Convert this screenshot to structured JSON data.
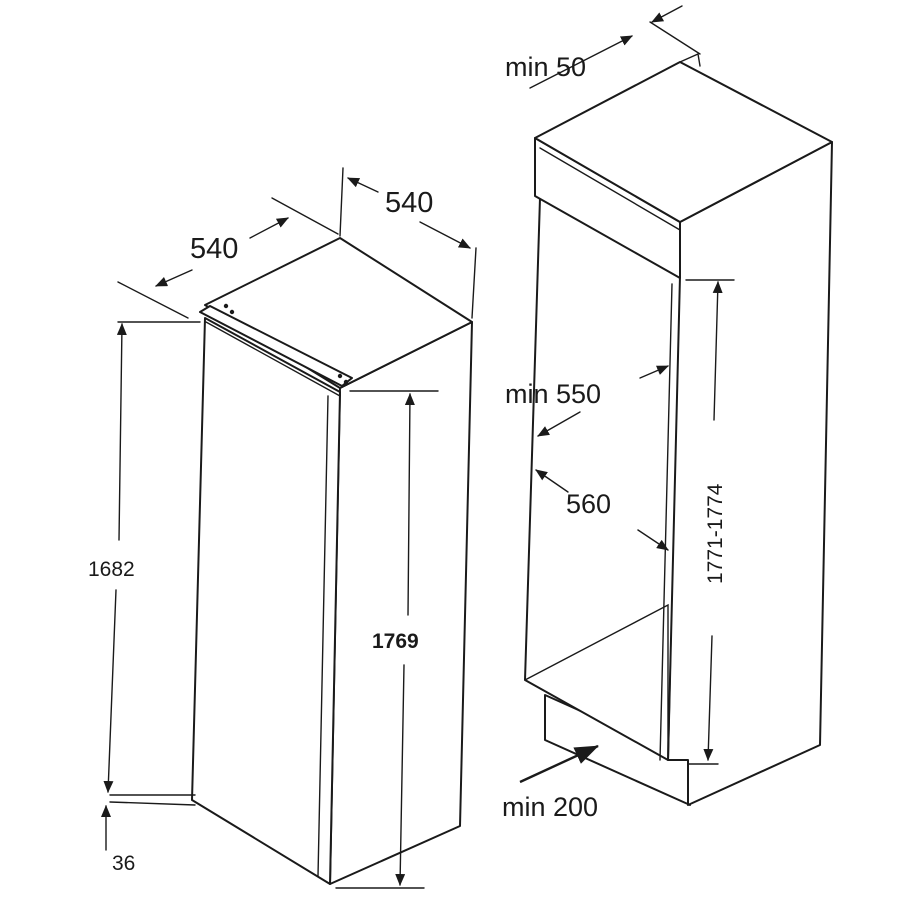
{
  "appliance": {
    "depth_label": "540",
    "width_label": "540",
    "height_body_label": "1682",
    "height_total_label": "1769",
    "plinth_label": "36"
  },
  "niche": {
    "top_gap_label": "min 50",
    "width_label": "min 550",
    "depth_label": "560",
    "height_label": "1771-1774",
    "vent_label": "min 200"
  }
}
